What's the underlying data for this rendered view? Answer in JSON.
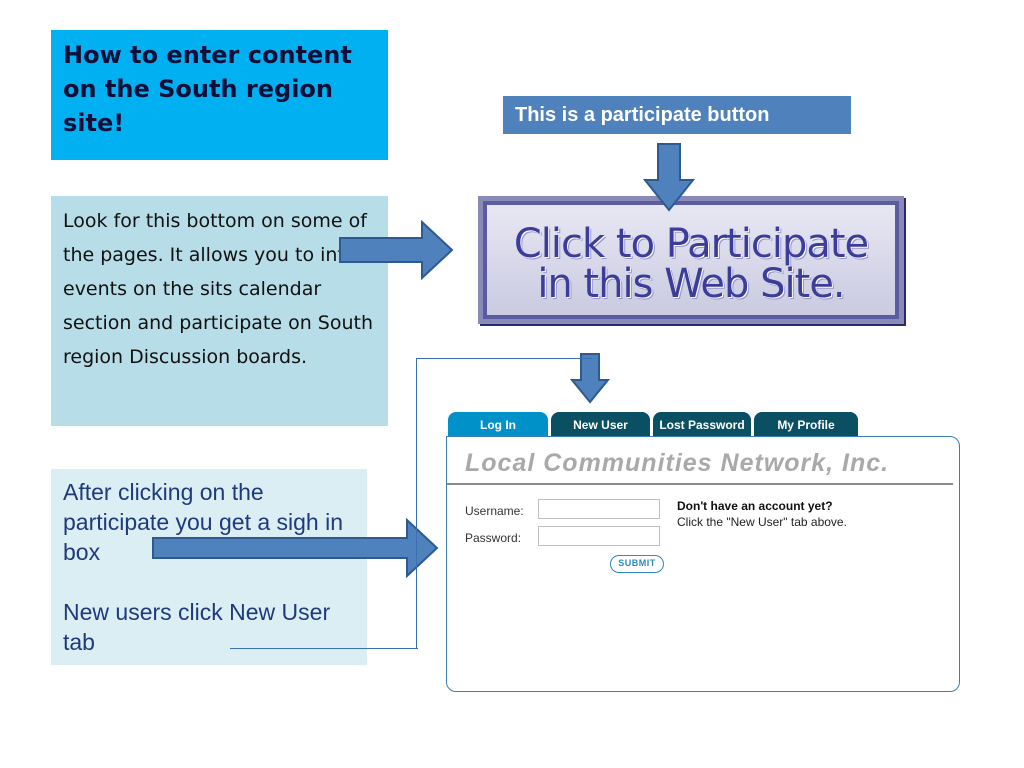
{
  "title_box": {
    "text": "How to enter content on the South region site!"
  },
  "look_box": {
    "text": "Look for this bottom on some of the pages. It allows you to inter events on the sits calendar section and participate on South region Discussion boards."
  },
  "after_box": {
    "line1": "After clicking on the participate you get a sigh in box",
    "line2": "New users click New User tab"
  },
  "participate_label": "This is a participate button",
  "participate_banner": {
    "line1": "Click to Participate",
    "line2": "in this Web Site."
  },
  "login": {
    "tabs": [
      "Log In",
      "New User",
      "Lost Password",
      "My Profile"
    ],
    "company": "Local Communities Network, Inc.",
    "username_label": "Username:",
    "password_label": "Password:",
    "submit_label": "SUBMIT",
    "no_account_heading": "Don't have an account yet?",
    "no_account_text": "Click the \"New User\" tab above."
  },
  "colors": {
    "title_bg": "#00b0f0",
    "look_bg": "#b7dde8",
    "after_bg": "#dbeef4",
    "arrow_fill": "#4f81bd",
    "label_bg": "#4f81bd"
  }
}
